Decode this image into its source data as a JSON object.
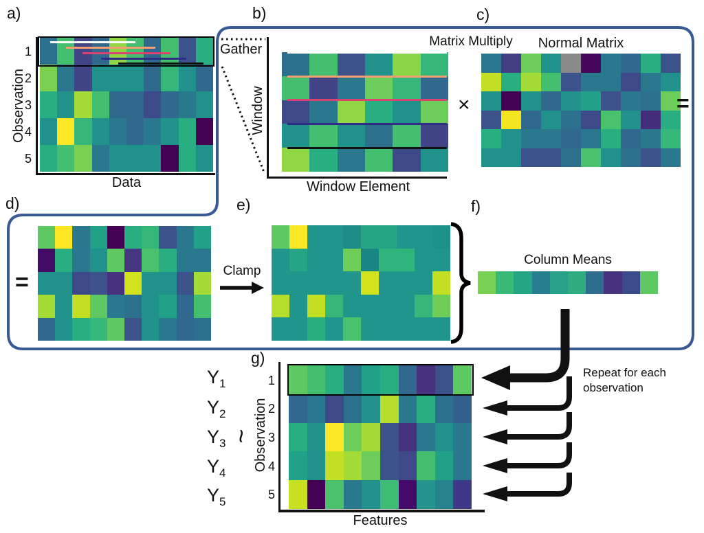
{
  "container": {
    "border_color": "#3a5a96"
  },
  "panel_letters": {
    "a": "a)",
    "b": "b)",
    "c": "c)",
    "d": "d)",
    "e": "e)",
    "f": "f)",
    "g": "g)"
  },
  "window_lines": {
    "colors": [
      "#ffffff",
      "#f59e72",
      "#d8436f",
      "#2e2c85",
      "#111111"
    ]
  },
  "panel_a": {
    "ylabel": "Observation",
    "xlabel": "Data",
    "yticks": [
      "1",
      "2",
      "3",
      "4",
      "5"
    ],
    "grid": [
      [
        "#2d708e",
        "#44bf70",
        "#414487",
        "#31688e",
        "#90d743",
        "#44bf70",
        "#31688e",
        "#44bf70",
        "#3b528b",
        "#28ae80"
      ],
      [
        "#7ad151",
        "#2a788e",
        "#414487",
        "#21918c",
        "#21918c",
        "#21918c",
        "#31688e",
        "#35b779",
        "#21918c",
        "#31688e"
      ],
      [
        "#28ae80",
        "#21918c",
        "#a5db36",
        "#44bf70",
        "#31688e",
        "#31688e",
        "#3e4989",
        "#31688e",
        "#2a788e",
        "#21918c"
      ],
      [
        "#21918c",
        "#fde725",
        "#35b779",
        "#21918c",
        "#2a788e",
        "#31688e",
        "#2a788e",
        "#21918c",
        "#28ae80",
        "#440154"
      ],
      [
        "#28ae80",
        "#44bf70",
        "#7ad151",
        "#2a788e",
        "#21918c",
        "#21918c",
        "#21918c",
        "#440154",
        "#28ae80",
        "#21918c"
      ]
    ]
  },
  "panel_b": {
    "gather_label": "Gather",
    "ylabel": "Window",
    "xlabel": "Window Element",
    "grid": [
      [
        "#2d708e",
        "#44bf70",
        "#3b528b",
        "#21918c",
        "#8bd646",
        "#35b779"
      ],
      [
        "#44bf70",
        "#414487",
        "#2a788e",
        "#6ccd5a",
        "#35b779",
        "#31688e"
      ],
      [
        "#3e4989",
        "#2a788e",
        "#90d743",
        "#28ae80",
        "#21918c",
        "#6ccd5a"
      ],
      [
        "#21918c",
        "#44bf70",
        "#21918c",
        "#2d708e",
        "#44bf70",
        "#414487"
      ],
      [
        "#90d743",
        "#28ae80",
        "#2a788e",
        "#44bf70",
        "#3e4989",
        "#21918c"
      ]
    ]
  },
  "panel_c": {
    "multiply_label": "Matrix Multiply",
    "title": "Normal Matrix",
    "times_symbol": "×",
    "equals_symbol": "=",
    "grid": [
      [
        "#2a788e",
        "#433d84",
        "#6ccd5a",
        "#21918c",
        "#8a8a8a",
        "#46085c",
        "#2a788e",
        "#31688e",
        "#28ae80",
        "#3b528b"
      ],
      [
        "#c2df23",
        "#28ae80",
        "#a5db36",
        "#44bf70",
        "#3b528b",
        "#2a788e",
        "#2a788e",
        "#3e4989",
        "#2a788e",
        "#21918c"
      ],
      [
        "#21918c",
        "#440154",
        "#21918c",
        "#31688e",
        "#21918c",
        "#21a187",
        "#3b528b",
        "#2a788e",
        "#2d708e",
        "#6ccd5a"
      ],
      [
        "#3b528b",
        "#f4e61e",
        "#31688e",
        "#21918c",
        "#2d708e",
        "#3e4989",
        "#4ac16d",
        "#21918c",
        "#432c7a",
        "#28ae80"
      ],
      [
        "#28ae80",
        "#21918c",
        "#2a788e",
        "#2a788e",
        "#31688e",
        "#2a788e",
        "#28ae80",
        "#31688e",
        "#2a788e",
        "#35b779"
      ],
      [
        "#21918c",
        "#21918c",
        "#3b528b",
        "#3b528b",
        "#2d708e",
        "#4ac16d",
        "#21918c",
        "#2d708e",
        "#3b528b",
        "#2a788e"
      ]
    ]
  },
  "panel_d": {
    "equals_symbol": "=",
    "grid": [
      [
        "#5ec962",
        "#fde725",
        "#2a788e",
        "#21a187",
        "#440154",
        "#28ae80",
        "#35b779",
        "#3b528b",
        "#2a788e",
        "#21a187"
      ],
      [
        "#440a68",
        "#28ae80",
        "#2a788e",
        "#21918c",
        "#5ec962",
        "#453781",
        "#4ac16d",
        "#28ae80",
        "#2a788e",
        "#2a788e"
      ],
      [
        "#21918c",
        "#21918c",
        "#3e4989",
        "#3b528b",
        "#46327e",
        "#d2e21b",
        "#21918c",
        "#21918c",
        "#3b528b",
        "#a5db36"
      ],
      [
        "#a5db36",
        "#21918c",
        "#c2df23",
        "#5ec962",
        "#2a788e",
        "#2d708e",
        "#21918c",
        "#21a187",
        "#31688e",
        "#44bf70"
      ],
      [
        "#31688e",
        "#21918c",
        "#28ae80",
        "#35b779",
        "#5ec962",
        "#3b528b",
        "#21918c",
        "#2a788e",
        "#31688e",
        "#2d708e"
      ]
    ]
  },
  "panel_e": {
    "clamp_label": "Clamp",
    "grid": [
      [
        "#5ec962",
        "#fde725",
        "#1f958b",
        "#1f958b",
        "#1c8d87",
        "#26a486",
        "#26a486",
        "#1f958b",
        "#1f958b",
        "#1e9189"
      ],
      [
        "#1f958b",
        "#26a486",
        "#1f958b",
        "#1f958b",
        "#6ece58",
        "#188783",
        "#2fb47c",
        "#2fb47c",
        "#1f958b",
        "#1f958b"
      ],
      [
        "#1f958b",
        "#1f958b",
        "#1f958b",
        "#1f958b",
        "#1f958b",
        "#d2e21b",
        "#1f958b",
        "#1f958b",
        "#1f958b",
        "#c2df23"
      ],
      [
        "#b5de2b",
        "#1f958b",
        "#c2df23",
        "#35b779",
        "#1f958b",
        "#1f958b",
        "#1f958b",
        "#1f958b",
        "#35b779",
        "#6ece58"
      ],
      [
        "#1f958b",
        "#1f958b",
        "#2ab07f",
        "#1f958b",
        "#49c16d",
        "#1f958b",
        "#1f958b",
        "#1f958b",
        "#1f958b",
        "#1f958b"
      ]
    ]
  },
  "panel_f": {
    "title": "Column Means",
    "grid": [
      [
        "#77d153",
        "#39b977",
        "#24a585",
        "#277e8e",
        "#25a18a",
        "#2fad80",
        "#2e6d8e",
        "#46327e",
        "#3b4a8b",
        "#5ec962"
      ]
    ]
  },
  "panel_g": {
    "tilde_symbol": "~",
    "ylabel": "Observation",
    "xlabel": "Features",
    "yticks": [
      "1",
      "2",
      "3",
      "4",
      "5"
    ],
    "y_rows": [
      {
        "base": "Y",
        "sub": "1"
      },
      {
        "base": "Y",
        "sub": "2"
      },
      {
        "base": "Y",
        "sub": "3"
      },
      {
        "base": "Y",
        "sub": "4"
      },
      {
        "base": "Y",
        "sub": "5"
      }
    ],
    "repeat_note_line1": "Repeat for each",
    "repeat_note_line2": "observation",
    "grid": [
      [
        "#5ec962",
        "#44bf70",
        "#28ae80",
        "#2a788e",
        "#21a187",
        "#28ae80",
        "#31688e",
        "#46327e",
        "#3b528b",
        "#5ec962"
      ],
      [
        "#31688e",
        "#2a788e",
        "#3e4989",
        "#2d708e",
        "#21918c",
        "#b5de2b",
        "#2a788e",
        "#28ae80",
        "#2d708e",
        "#355f8d"
      ],
      [
        "#28ae80",
        "#21918c",
        "#fde725",
        "#6ccd5a",
        "#a5db36",
        "#3b528b",
        "#46327e",
        "#2a788e",
        "#21918c",
        "#2a788e"
      ],
      [
        "#21a187",
        "#21918c",
        "#c2df23",
        "#a5db36",
        "#6ccd5a",
        "#3b528b",
        "#3e4989",
        "#44bf70",
        "#21a187",
        "#2a788e"
      ],
      [
        "#c9e120",
        "#440154",
        "#4ac16d",
        "#2a788e",
        "#21918c",
        "#3dbc74",
        "#440a68",
        "#24948c",
        "#26838e",
        "#3f3787"
      ]
    ]
  }
}
